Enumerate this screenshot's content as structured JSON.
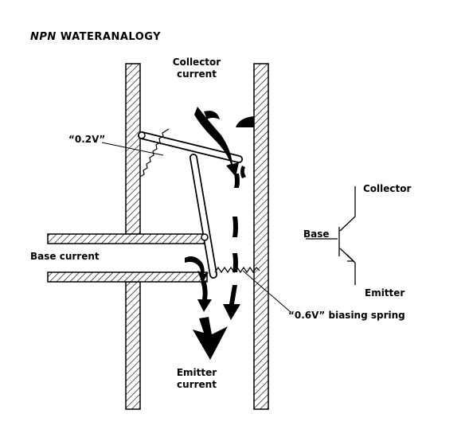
{
  "title": {
    "prefix": "NPN",
    "text": "WATERANALOGY"
  },
  "labels": {
    "collector_current_line1": "Collector",
    "collector_current_line2": "current",
    "emitter_current_line1": "Emitter",
    "emitter_current_line2": "current",
    "base_current": "Base current",
    "spring_02": "“0.2V”",
    "spring_06": "“0.6V” biasing spring"
  },
  "transistor_symbol": {
    "collector": "Collector",
    "base": "Base",
    "emitter": "Emitter"
  },
  "colors": {
    "ink": "#000000",
    "background": "#ffffff"
  }
}
